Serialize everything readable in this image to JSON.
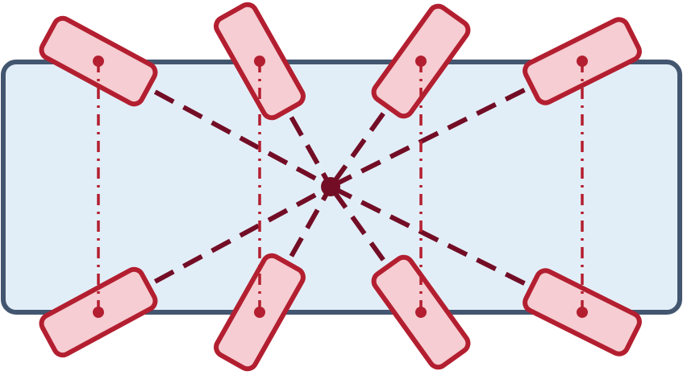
{
  "diagram": {
    "type": "vehicle-steering-geometry",
    "wheel_count": 8,
    "axle_count": 4,
    "colors": {
      "body_fill": "#e2eef7",
      "body_stroke": "#435670",
      "wheel_fill": "#f5cdd2",
      "wheel_stroke": "#b31f30",
      "axle_line": "#b31f30",
      "radial_line": "#730d26",
      "center_point": "#730d26",
      "background": "#ffffff"
    }
  }
}
